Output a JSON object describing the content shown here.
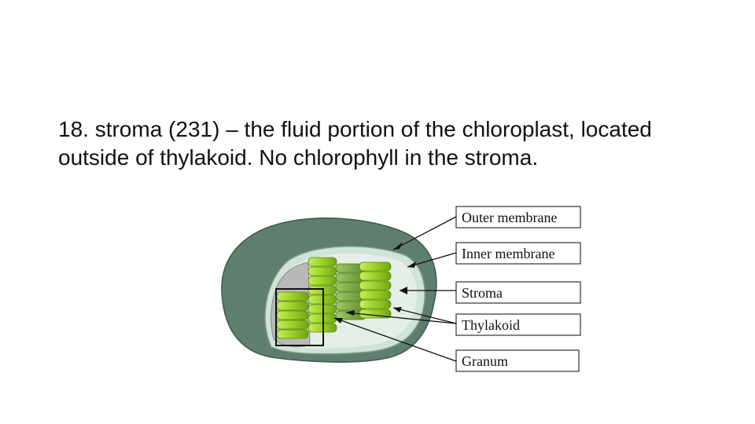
{
  "slide": {
    "definition": "18. stroma (231) – the fluid portion of the chloroplast, located outside of thylakoid.  No chlorophyll in the stroma."
  },
  "diagram": {
    "labels": {
      "outer_membrane": "Outer membrane",
      "inner_membrane": "Inner membrane",
      "stroma": "Stroma",
      "thylakoid": "Thylakoid",
      "granum": "Granum"
    },
    "colors": {
      "outer_membrane": "#5f7f6e",
      "inner_membrane": "#cfe4d6",
      "stroma": "#e4efe7",
      "thylakoid": "#9bd025",
      "cut_face": "#b9b9b9"
    }
  }
}
